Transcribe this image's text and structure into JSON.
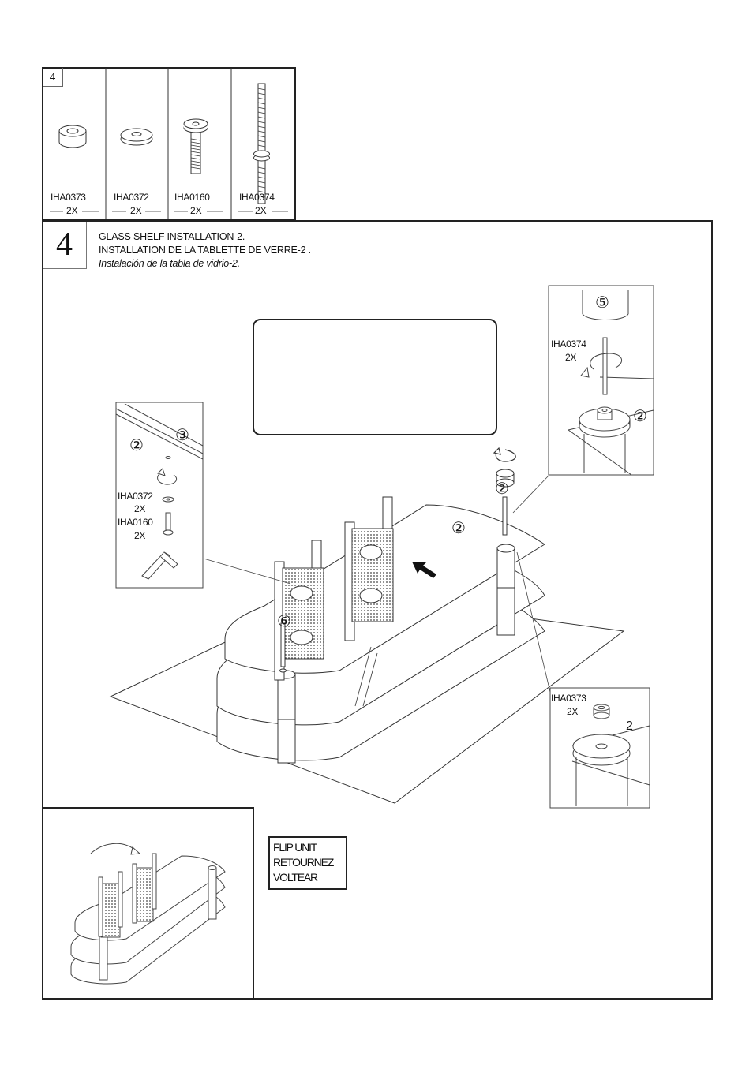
{
  "parts_panel": {
    "step": "4",
    "parts": [
      {
        "code": "IHA0373",
        "qty": "2X",
        "icon": "spacer-ring-icon"
      },
      {
        "code": "IHA0372",
        "qty": "2X",
        "icon": "washer-icon"
      },
      {
        "code": "IHA0160",
        "qty": "2X",
        "icon": "hex-bolt-icon"
      },
      {
        "code": "IHA0374",
        "qty": "2X",
        "icon": "double-threaded-stud-icon"
      }
    ]
  },
  "step": {
    "number": "4",
    "title_en": "GLASS SHELF INSTALLATION-2.",
    "title_fr": "INSTALLATION DE LA TABLETTE DE VERRE-2 .",
    "title_es": "Instalación de la tabla de vidrio-2."
  },
  "left_detail": {
    "markers": [
      "②",
      "③"
    ],
    "washer_code": "IHA0372",
    "washer_qty": "2X",
    "bolt_code": "IHA0160",
    "bolt_qty": "2X"
  },
  "top_right_detail": {
    "marker_top": "⑤",
    "marker_bottom": "②",
    "stud_code": "IHA0374",
    "stud_qty": "2X"
  },
  "main_markers": {
    "post_marker": "②",
    "shelf_marker": "②",
    "bracket_marker": "⑥"
  },
  "bottom_right_detail": {
    "spacer_code": "IHA0373",
    "spacer_qty": "2X",
    "marker": "2"
  },
  "flip_note": {
    "lines": [
      "FLIP UNIT",
      "RETOURNEZ",
      "VOLTEAR"
    ]
  },
  "colors": {
    "line": "#222222",
    "light_line": "#555555"
  }
}
